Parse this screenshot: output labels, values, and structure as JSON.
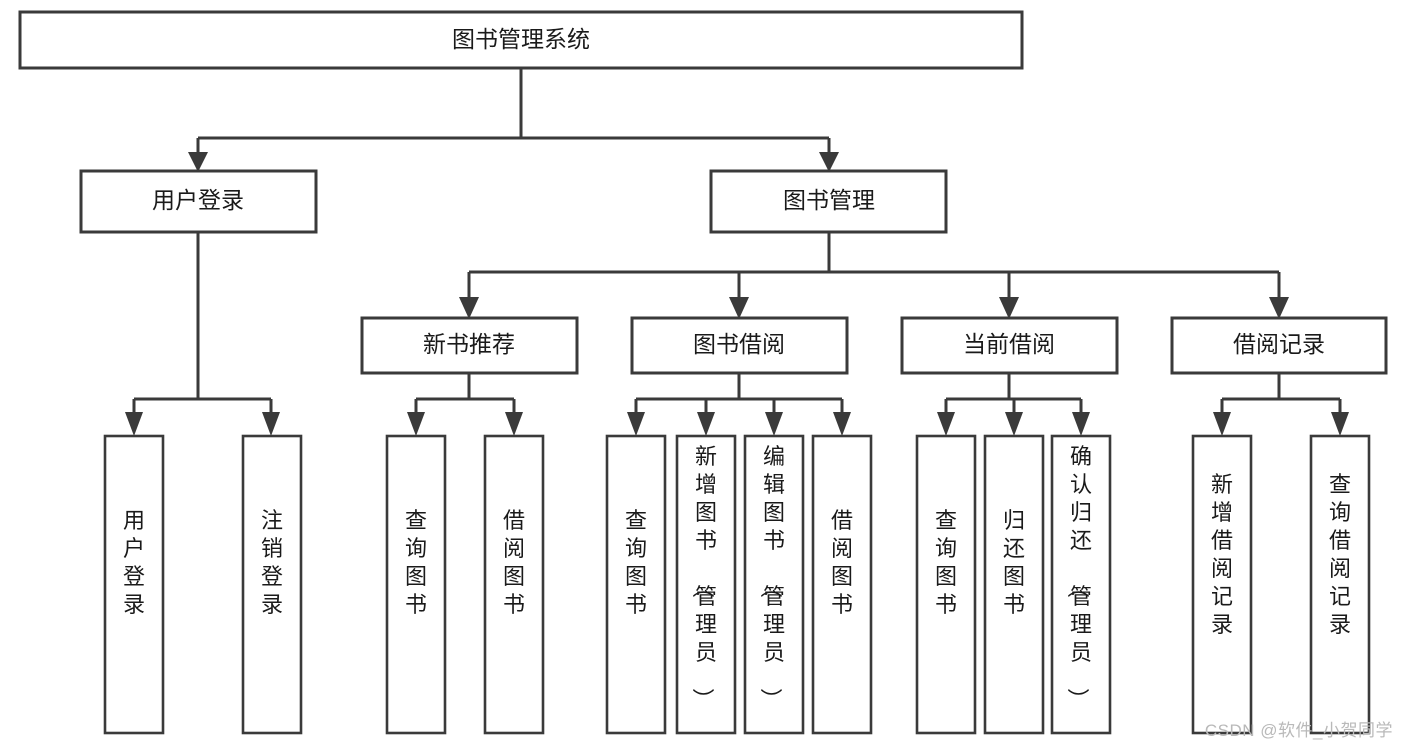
{
  "diagram": {
    "type": "tree",
    "orientation": "top-down",
    "root": {
      "id": "root",
      "label": "图书管理系统"
    },
    "level2": [
      {
        "id": "user-login",
        "label": "用户登录"
      },
      {
        "id": "book-management",
        "label": "图书管理"
      }
    ],
    "level3": [
      {
        "id": "new-book-recommend",
        "label": "新书推荐",
        "parent": "book-management"
      },
      {
        "id": "book-borrow",
        "label": "图书借阅",
        "parent": "book-management"
      },
      {
        "id": "current-borrow",
        "label": "当前借阅",
        "parent": "book-management"
      },
      {
        "id": "borrow-record",
        "label": "借阅记录",
        "parent": "book-management"
      }
    ],
    "leaves": {
      "user-login": [
        {
          "id": "leaf-user-login",
          "label": "用户登录"
        },
        {
          "id": "leaf-user-logout",
          "label": "注销登录"
        }
      ],
      "new-book-recommend": [
        {
          "id": "leaf-query-book-1",
          "label": "查询图书"
        },
        {
          "id": "leaf-borrow-book-1",
          "label": "借阅图书"
        }
      ],
      "book-borrow": [
        {
          "id": "leaf-query-book-2",
          "label": "查询图书"
        },
        {
          "id": "leaf-add-book",
          "label": "新增图书（管理员）"
        },
        {
          "id": "leaf-edit-book",
          "label": "编辑图书（管理员）"
        },
        {
          "id": "leaf-borrow-book-2",
          "label": "借阅图书"
        }
      ],
      "current-borrow": [
        {
          "id": "leaf-query-book-3",
          "label": "查询图书"
        },
        {
          "id": "leaf-return-book",
          "label": "归还图书"
        },
        {
          "id": "leaf-confirm-return",
          "label": "确认归还（管理员）"
        }
      ],
      "borrow-record": [
        {
          "id": "leaf-add-record",
          "label": "新增借阅记录"
        },
        {
          "id": "leaf-query-record",
          "label": "查询借阅记录"
        }
      ]
    },
    "colors": {
      "stroke": "#3a3a3a",
      "fill": "#ffffff",
      "text": "#1a1a1a",
      "watermark": "#b9b9b9"
    }
  },
  "watermark": {
    "text": "CSDN @软件_小贺同学"
  }
}
